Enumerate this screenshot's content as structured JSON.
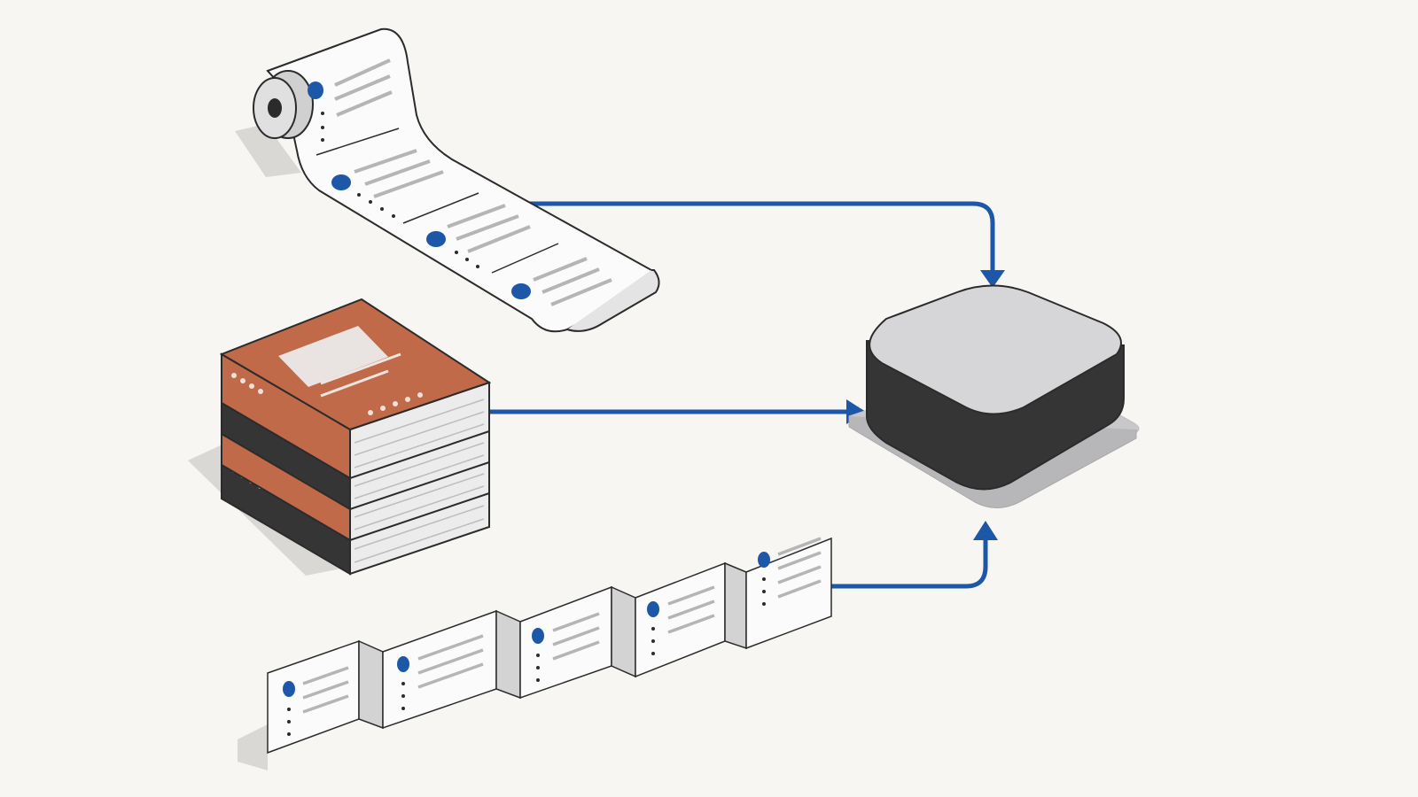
{
  "diagram": {
    "nodes": [
      {
        "id": "scroll",
        "kind": "paper-scroll-icon"
      },
      {
        "id": "books",
        "kind": "book-stack-icon",
        "book_count": 4
      },
      {
        "id": "accordion",
        "kind": "folded-pages-icon",
        "panel_count": 5
      },
      {
        "id": "hub",
        "kind": "rounded-block-icon"
      }
    ],
    "edges": [
      {
        "from": "scroll",
        "to": "hub"
      },
      {
        "from": "books",
        "to": "hub"
      },
      {
        "from": "accordion",
        "to": "hub"
      }
    ]
  },
  "colors": {
    "background": "#f7f6f2",
    "arrow": "#1d57a8",
    "bullet": "#1d57a8",
    "book_orange": "#c06a49",
    "book_dark": "#353535",
    "hub_top": "#d6d6d8",
    "hub_side": "#353535",
    "paper": "#fafafa",
    "outline": "#2b2b2b"
  }
}
